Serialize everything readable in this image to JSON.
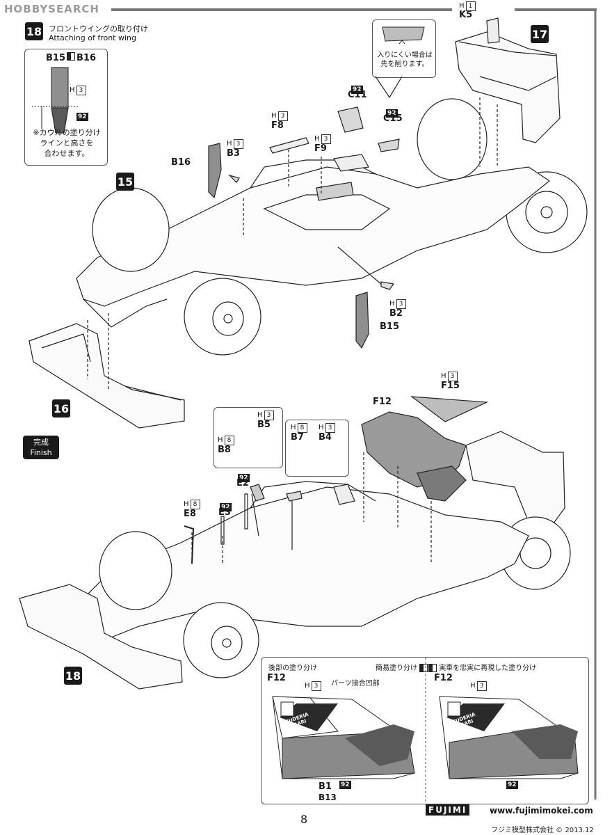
{
  "header": {
    "watermark": "HOBBYSEARCH"
  },
  "step": {
    "number": "18",
    "title_jp": "フロントウイングの取り付け",
    "title_en": "Attaching of front wing"
  },
  "inset_top_left": {
    "parts": "B15",
    "parts2": "B16",
    "h_label": "H",
    "h_value": "3",
    "code": "92",
    "note_lines": [
      "※カウルの塗り分け",
      "ラインと高さを",
      "合わせます。"
    ]
  },
  "callout_c15": {
    "note_lines": [
      "入りにくい場合は",
      "先を削ります。"
    ]
  },
  "ref_steps": {
    "s15": "15",
    "s16": "16",
    "s17": "17",
    "s18": "18"
  },
  "finish": {
    "jp": "完成",
    "en": "Finish"
  },
  "upper_labels": {
    "k5_h": "1",
    "k5": "K5",
    "c11_code": "92",
    "c11": "C11",
    "c15_code": "92",
    "c15": "C15",
    "f8_h": "3",
    "f8": "F8",
    "f9_h": "3",
    "f9": "F9",
    "b3_h": "3",
    "b3": "B3",
    "b16": "B16",
    "b2_h": "3",
    "b2": "B2",
    "b15": "B15"
  },
  "lower_labels": {
    "f15_h": "3",
    "f15": "F15",
    "f12": "F12",
    "b5_h": "3",
    "b5": "B5",
    "b8_h": "8",
    "b8": "B8",
    "e2_code": "92",
    "e2": "E2",
    "b7_h": "8",
    "b7": "B7",
    "b4_h": "3",
    "b4": "B4",
    "e8_h": "8",
    "e8": "E8",
    "e3_code": "92",
    "e3": "E3"
  },
  "paint_box": {
    "left_title": "後部の塗り分け",
    "simple_label": "簡易塗り分け",
    "real_label": "実車を忠実に再現した塗り分け",
    "left_part": "F12",
    "left_h": "3",
    "joint_label": "パーツ接合凹部",
    "right_part": "F12",
    "right_h": "3",
    "code_left": "92",
    "code_right": "92",
    "b1": "B1",
    "b13": "B13",
    "livery_line1": "SCUDERIA",
    "livery_line2": "FERRARI"
  },
  "footer": {
    "page": "8",
    "brand": "FUJIMI",
    "url": "www.fujimimokei.com",
    "copyright": "フジミ模型株式会社 © 2013.12"
  }
}
